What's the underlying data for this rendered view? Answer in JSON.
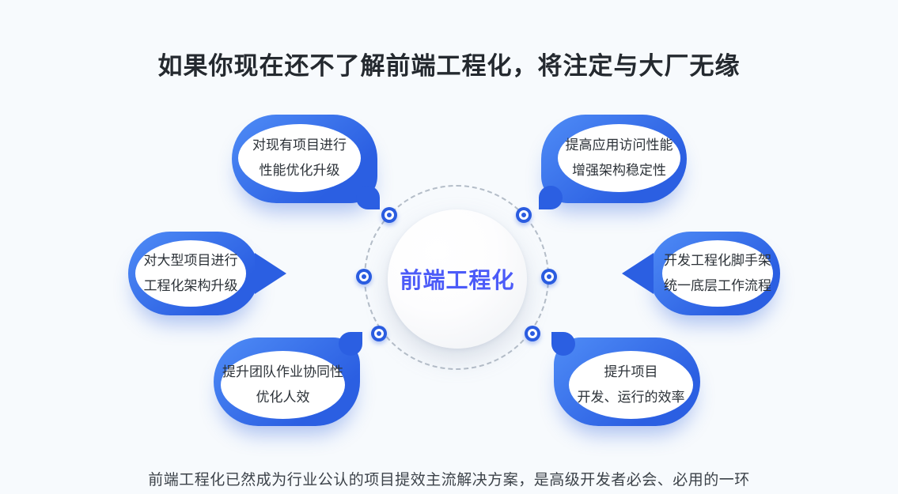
{
  "page": {
    "title": "如果你现在还不了解前端工程化，将注定与大厂无缘",
    "footer": "前端工程化已然成为行业公认的项目提效主流解决方案，是高级开发者必会、必用的一环"
  },
  "diagram": {
    "center_label": "前端工程化",
    "bubbles": [
      {
        "position": "top-left",
        "line1": "对现有项目进行",
        "line2": "性能优化升级"
      },
      {
        "position": "top-right",
        "line1": "提高应用访问性能",
        "line2": "增强架构稳定性"
      },
      {
        "position": "middle-left",
        "line1": "对大型项目进行",
        "line2": "工程化架构升级"
      },
      {
        "position": "middle-right",
        "line1": "开发工程化脚手架",
        "line2": "统一底层工作流程"
      },
      {
        "position": "bottom-left",
        "line1": "提升团队作业协同性",
        "line2": "优化人效"
      },
      {
        "position": "bottom-right",
        "line1": "提升项目",
        "line2": "开发、运行的效率"
      }
    ]
  },
  "theme": {
    "page_bg": "#f7fafd",
    "title_color": "#24292f",
    "footer_color": "#3c4249",
    "bubble_blue": "#2b5fe2",
    "bubble_blue_light": "#4f8cf6",
    "bubble_text": "#2c3238",
    "center_label_color": "#4c5bf8",
    "dashed_ring_color": "#b4bdc8",
    "dot_blue": "#2a5ce0"
  }
}
